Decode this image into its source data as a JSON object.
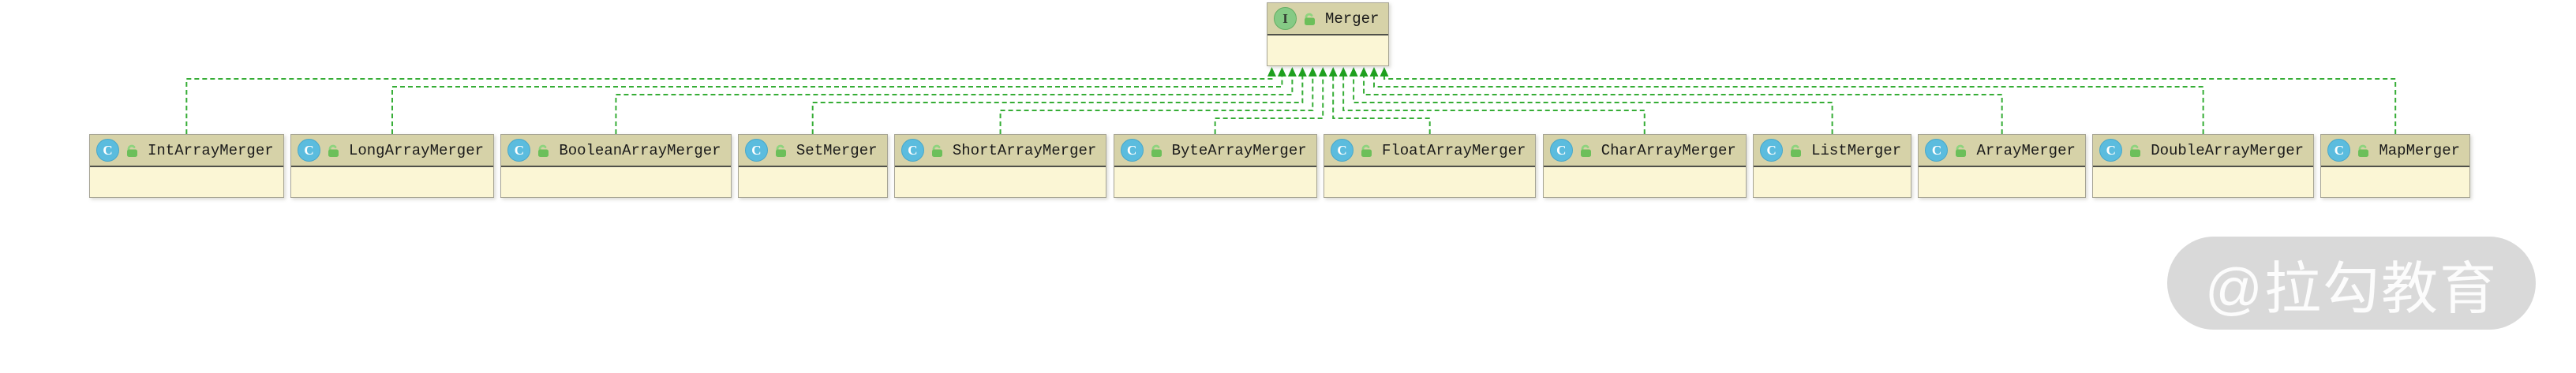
{
  "diagram": {
    "parent": {
      "name": "Merger",
      "kind": "interface",
      "badge_letter": "I"
    },
    "class_badge_letter": "C",
    "relationship": "implements",
    "children": [
      {
        "name": "IntArrayMerger"
      },
      {
        "name": "LongArrayMerger"
      },
      {
        "name": "BooleanArrayMerger"
      },
      {
        "name": "SetMerger"
      },
      {
        "name": "ShortArrayMerger"
      },
      {
        "name": "ByteArrayMerger"
      },
      {
        "name": "FloatArrayMerger"
      },
      {
        "name": "CharArrayMerger"
      },
      {
        "name": "ListMerger"
      },
      {
        "name": "ArrayMerger"
      },
      {
        "name": "DoubleArrayMerger"
      },
      {
        "name": "MapMerger"
      }
    ]
  },
  "colors": {
    "connector_green": "#36ad36",
    "arrowhead_green": "#1fa01f",
    "box_header": "#d6d2a8",
    "box_body": "#fbf6d5",
    "box_border": "#a6a494",
    "header_separator": "#50514a",
    "class_badge_blue": "#5bbcde",
    "interface_badge_green": "#85ca85",
    "lock_icon_green": "#6cbf5a",
    "watermark_background": "#d9d9d9",
    "watermark_text_color": "#fcfcfc"
  },
  "watermark": {
    "text": "@拉勾教育"
  }
}
